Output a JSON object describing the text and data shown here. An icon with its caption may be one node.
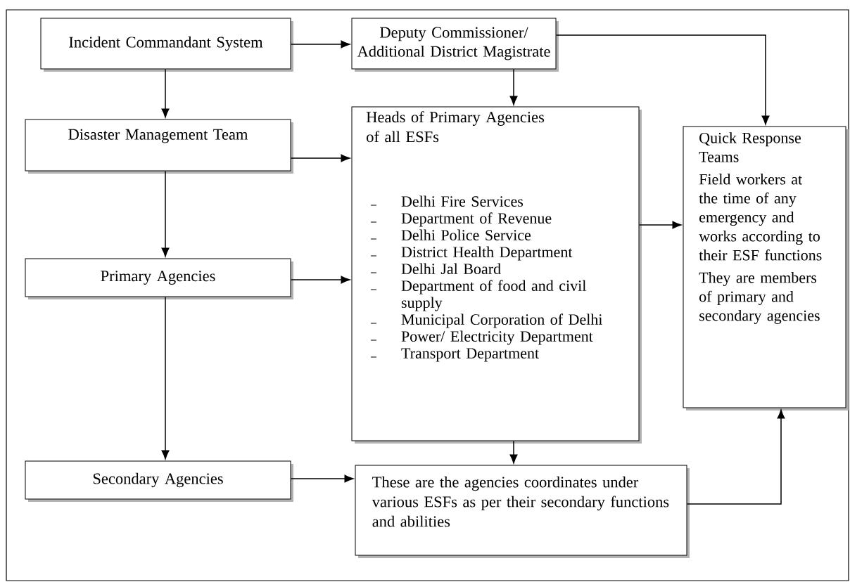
{
  "diagram": {
    "nodes": [
      {
        "text": [
          "Incident Commandant System"
        ]
      },
      {
        "text": [
          "Deputy Commissioner/ Additional District Magistrate"
        ]
      },
      {
        "text": [
          "Disaster Management Team"
        ]
      },
      {
        "text": [
          "Heads of Primary Agencies of all ESFs",
          "Delhi Fire Services",
          "Department of Revenue",
          "Delhi Police Service",
          "District Health Department",
          "Delhi Jal Board",
          "Department of food and civil supply",
          "Municipal Corporation of Delhi",
          "Power/ Electricity Department",
          "Transport Department"
        ]
      },
      {
        "text": [
          "Quick Response Teams",
          "Field workers at the time of any emergency and works according to their ESF functions",
          "They are members of primary and secondary agencies"
        ]
      },
      {
        "text": [
          "Primary Agencies"
        ]
      },
      {
        "text": [
          "Secondary Agencies"
        ]
      },
      {
        "text": [
          "These are the agencies coordinates under various ESFs  as per their secondary functions and abilities"
        ]
      }
    ],
    "edges": [
      {
        "from": 0,
        "to": 1,
        "arrow": "to"
      },
      {
        "from": 0,
        "to": 2,
        "arrow": "to"
      },
      {
        "from": 1,
        "to": 3,
        "arrow": "to"
      },
      {
        "from": 1,
        "to": 4,
        "arrow": "to"
      },
      {
        "from": 2,
        "to": 3,
        "arrow": "to"
      },
      {
        "from": 2,
        "to": 5,
        "arrow": "to"
      },
      {
        "from": 5,
        "to": 3,
        "arrow": "to"
      },
      {
        "from": 5,
        "to": 6,
        "arrow": "to"
      },
      {
        "from": 3,
        "to": 4,
        "arrow": "to"
      },
      {
        "from": 3,
        "to": 7,
        "arrow": "to"
      },
      {
        "from": 6,
        "to": 7,
        "arrow": "to"
      },
      {
        "from": 7,
        "to": 4,
        "arrow": "to"
      }
    ]
  }
}
